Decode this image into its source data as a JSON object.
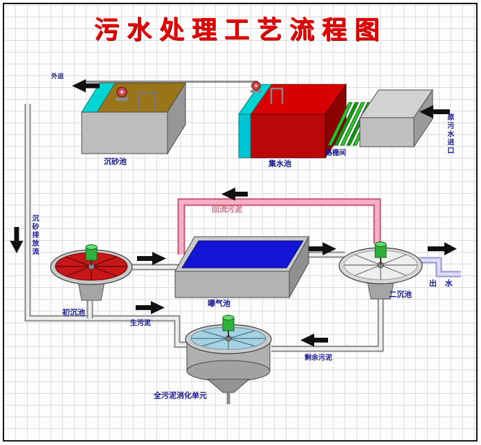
{
  "title": "污水处理工艺流程图",
  "units": {
    "grit_tank": "沉砂池",
    "collection_tank": "集水池",
    "bar_screen": "格栅间",
    "primary_clarifier": "初沉池",
    "aeration_tank": "曝气池",
    "secondary_clarifier": "二沉池",
    "digestion_unit": "全污泥消化单元"
  },
  "flows": {
    "raw_inlet": "原污水进口",
    "haul_away": "外运",
    "return_sludge": "回流污泥",
    "raw_sludge": "生污泥",
    "excess_sludge": "剩余污泥",
    "effluent": "出水",
    "grit_discharge": "沉砂排放流"
  },
  "colors": {
    "title_red": "#e60000",
    "tank_red": "#d80000",
    "water_blue": "#1515d6",
    "channel_cyan": "#00d4d4",
    "grit_brown": "#9a7418",
    "screen_green": "#2fbf2f",
    "return_pipe_pink": "#f6afc4",
    "effluent_lavender": "#dcdcf8",
    "label_navy": "#16168e",
    "clarifier_red": "#c81616"
  }
}
